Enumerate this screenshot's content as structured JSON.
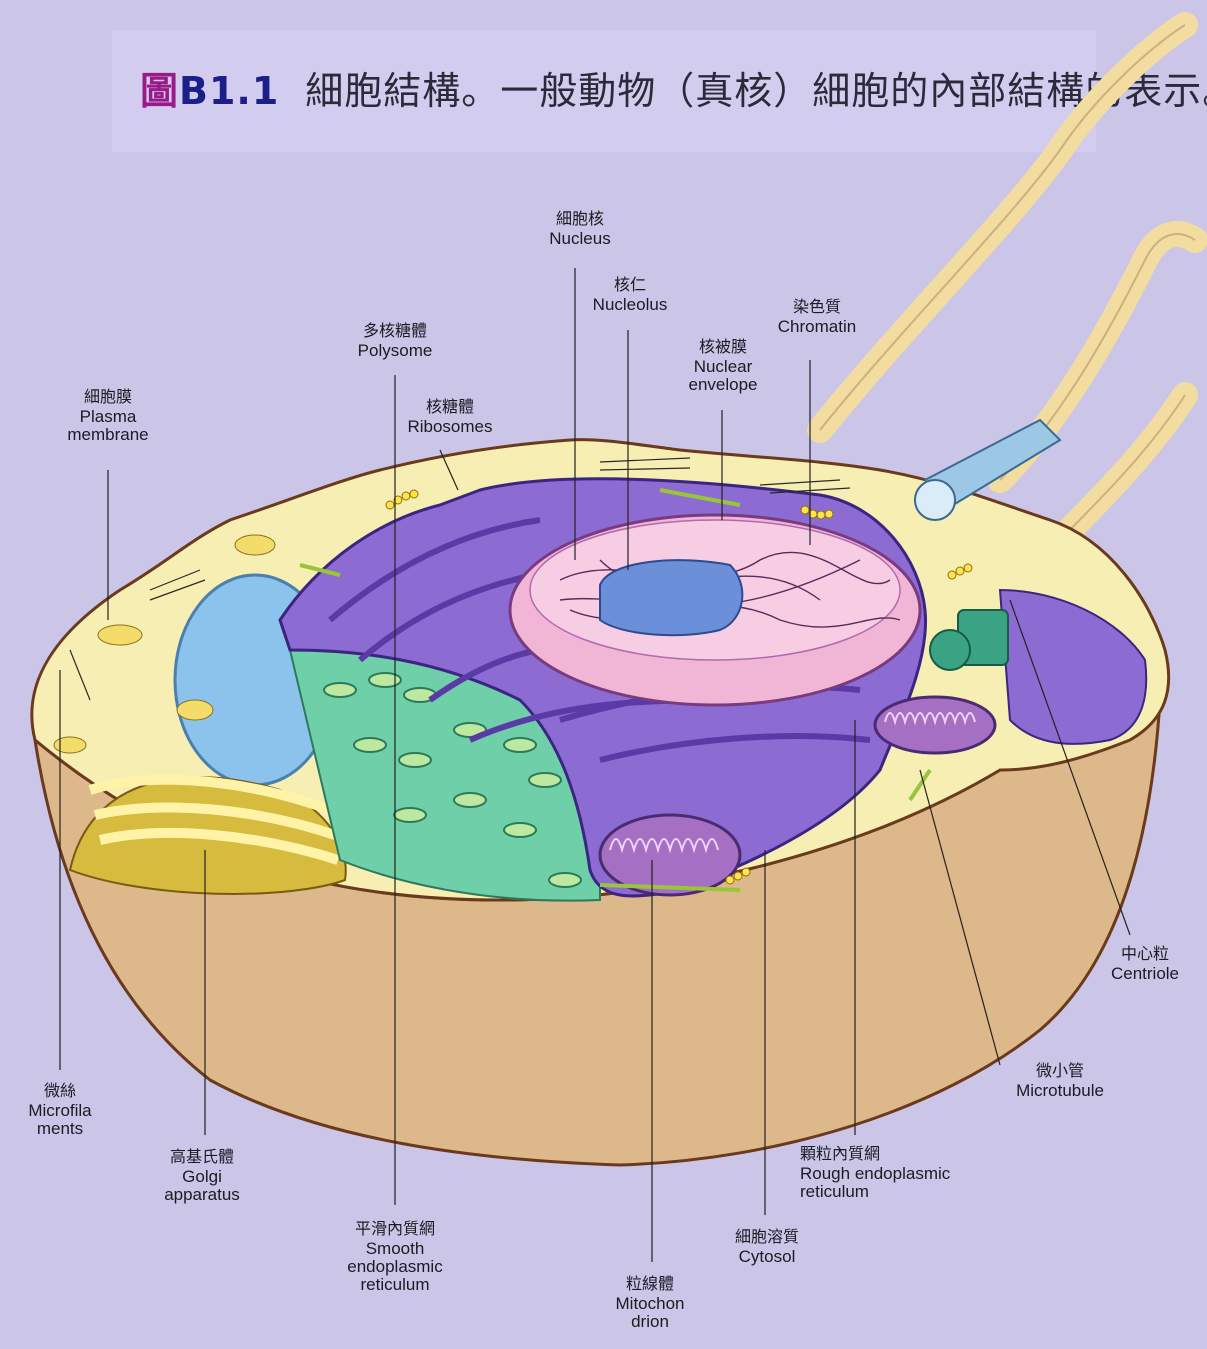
{
  "title": {
    "prefix": "圖",
    "number": "B1.1",
    "text": "細胞結構。一般動物（真核）細胞的內部結構的表示。"
  },
  "labels": [
    {
      "id": "nucleus",
      "zh": "細胞核",
      "en": "Nucleus"
    },
    {
      "id": "nucleolus",
      "zh": "核仁",
      "en": "Nucleolus"
    },
    {
      "id": "chromatin",
      "zh": "染色質",
      "en": "Chromatin"
    },
    {
      "id": "polysome",
      "zh": "多核糖體",
      "en": "Polysome"
    },
    {
      "id": "nuclear-envelope",
      "zh": "核被膜",
      "en": "Nuclear",
      "en2": "envelope"
    },
    {
      "id": "ribosomes",
      "zh": "核糖體",
      "en": "Ribosomes"
    },
    {
      "id": "plasma-membrane",
      "zh": "細胞膜",
      "en": "Plasma",
      "en2": "membrane"
    },
    {
      "id": "centriole",
      "zh": "中心粒",
      "en": "Centriole"
    },
    {
      "id": "microtubule",
      "zh": "微小管",
      "en": "Microtubule"
    },
    {
      "id": "microfilaments",
      "zh": "微絲",
      "en": "Microfila",
      "en2": "ments"
    },
    {
      "id": "golgi",
      "zh": "高基氏體",
      "en": "Golgi",
      "en2": "apparatus"
    },
    {
      "id": "rough-er",
      "zh": "顆粒內質網",
      "en": "Rough endoplasmic",
      "en2": "reticulum"
    },
    {
      "id": "smooth-er",
      "zh": "平滑內質網",
      "en": "Smooth",
      "en2": "endoplasmic",
      "en3": "reticulum"
    },
    {
      "id": "cytosol",
      "zh": "細胞溶質",
      "en": "Cytosol"
    },
    {
      "id": "mitochondrion",
      "zh": "粒線體",
      "en": "Mitochon",
      "en2": "drion"
    }
  ],
  "colors": {
    "background": "#cbc5e8",
    "cytoplasm": "#f6eeb2",
    "cell_body": "#dcb88a",
    "rough_er": "#7d5cc9",
    "smooth_er": "#6fcfa8",
    "nucleus": "#f1b6d6",
    "nucleolus": "#6b8fd8",
    "golgi": "#d6bb3e",
    "mitochondrion": "#a56fc3",
    "centriole": "#3aa384",
    "title_number": "#1a1f8a",
    "title_prefix": "#9a1a8a"
  }
}
